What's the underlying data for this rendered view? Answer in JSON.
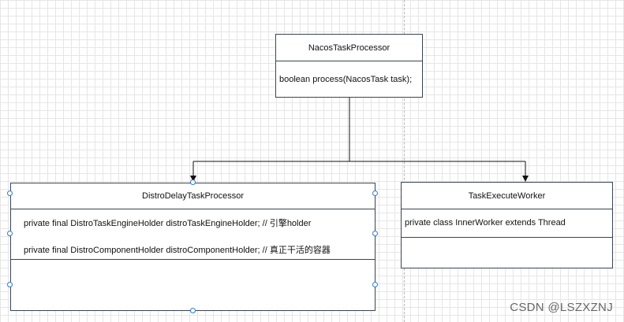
{
  "interface_box": {
    "name": "NacosTaskProcessor",
    "methods": [
      "boolean process(NacosTask task);"
    ]
  },
  "left_box": {
    "name": "DistroDelayTaskProcessor",
    "fields": [
      "private final DistroTaskEngineHolder distroTaskEngineHolder; // 引擎holder",
      "private final DistroComponentHolder distroComponentHolder; // 真正干活的容器"
    ]
  },
  "right_box": {
    "name": "TaskExecuteWorker",
    "fields": [
      "private class InnerWorker extends Thread"
    ]
  },
  "watermark": "CSDN @LSZXZNJ"
}
